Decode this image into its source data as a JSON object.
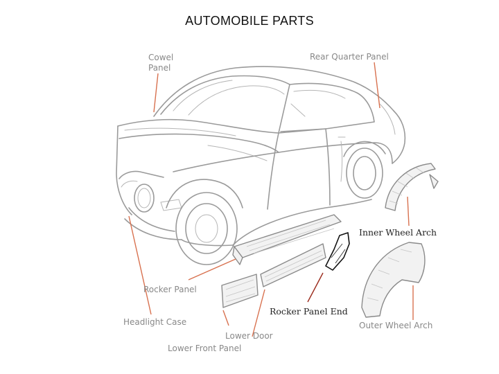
{
  "title": "AUTOMOBILE PARTS",
  "labels": {
    "cowel_panel_line1": "Cowel",
    "cowel_panel_line2": "Panel",
    "rear_quarter_panel": "Rear Quarter Panel",
    "inner_wheel_arch": "Inner Wheel Arch",
    "rocker_panel": "Rocker Panel",
    "rocker_panel_end": "Rocker Panel End",
    "headlight_case": "Headlight Case",
    "lower_door": "Lower Door",
    "lower_front_panel": "Lower Front Panel",
    "outer_wheel_arch": "Outer Wheel Arch"
  },
  "colors": {
    "leader": "#d8714f",
    "leader_highlight": "#9b2b1c",
    "outline": "#9a9a9a"
  }
}
